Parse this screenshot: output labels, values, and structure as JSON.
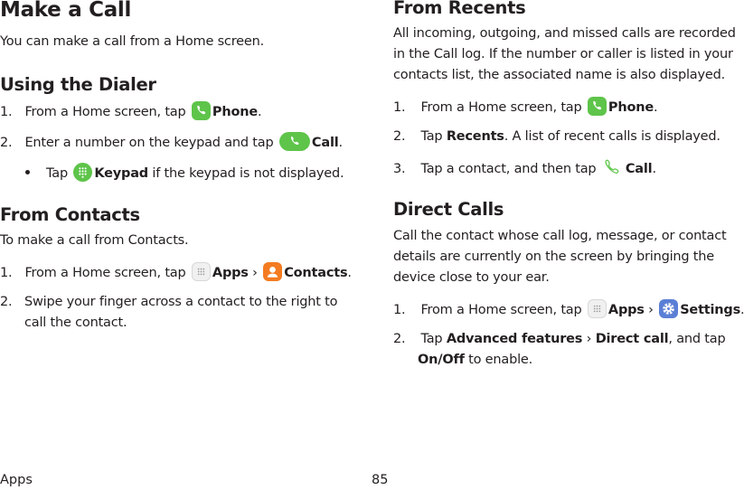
{
  "left": {
    "title": "Make a Call",
    "intro": "You can make a call from a Home screen.",
    "dialer": {
      "heading": "Using the Dialer",
      "step1": {
        "num": "1.",
        "text": "From a Home screen, tap",
        "bold": "Phone",
        "end": "."
      },
      "step2": {
        "num": "2.",
        "text": "Enter a number on the keypad and tap",
        "bold": "Call",
        "end": "."
      },
      "bullet": {
        "text": "Tap",
        "bold": "Keypad",
        "end": " if the keypad is not displayed."
      }
    },
    "contacts": {
      "heading": "From Contacts",
      "intro": "To make a call from Contacts.",
      "step1": {
        "num": "1.",
        "text": "From a Home screen, tap",
        "bold1": "Apps",
        "sep": "›",
        "bold2": "Contacts",
        "end": "."
      },
      "step2": {
        "num": "2.",
        "line1": "Swipe your finger across a contact to the right to",
        "line2": "call the contact."
      }
    }
  },
  "right": {
    "recents": {
      "heading": "From Recents",
      "para": [
        "All incoming, outgoing, and missed calls are recorded",
        "in the Call log. If the number or caller is listed in your",
        "contacts list, the associated name is also displayed."
      ],
      "step1": {
        "num": "1.",
        "text": "From a Home screen, tap",
        "bold": "Phone",
        "end": "."
      },
      "step2": {
        "num": "2.",
        "text": "Tap",
        "bold": "Recents",
        "end": ". A list of recent calls is displayed."
      },
      "step3": {
        "num": "3.",
        "text": "Tap a contact, and then tap",
        "bold": "Call",
        "end": "."
      }
    },
    "direct": {
      "heading": "Direct Calls",
      "para": [
        "Call the contact whose call log, message, or contact",
        "details are currently on the screen by bringing the",
        "device close to your ear."
      ],
      "step1": {
        "num": "1.",
        "text": "From a Home screen, tap",
        "bold1": "Apps",
        "sep": "›",
        "bold2": "Settings",
        "end": "."
      },
      "step2": {
        "num": "2.",
        "text": "Tap",
        "bold1": "Advanced features",
        "sep": "›",
        "bold2": "Direct call",
        "mid": ", and tap",
        "bold3": "On/Off",
        "end": " to enable."
      }
    }
  },
  "footer": {
    "section": "Apps",
    "page": "85"
  },
  "colors": {
    "phone_green": "#5ec44a",
    "contacts_orange": "#f47b20",
    "settings_blue": "#5b7fd6"
  }
}
